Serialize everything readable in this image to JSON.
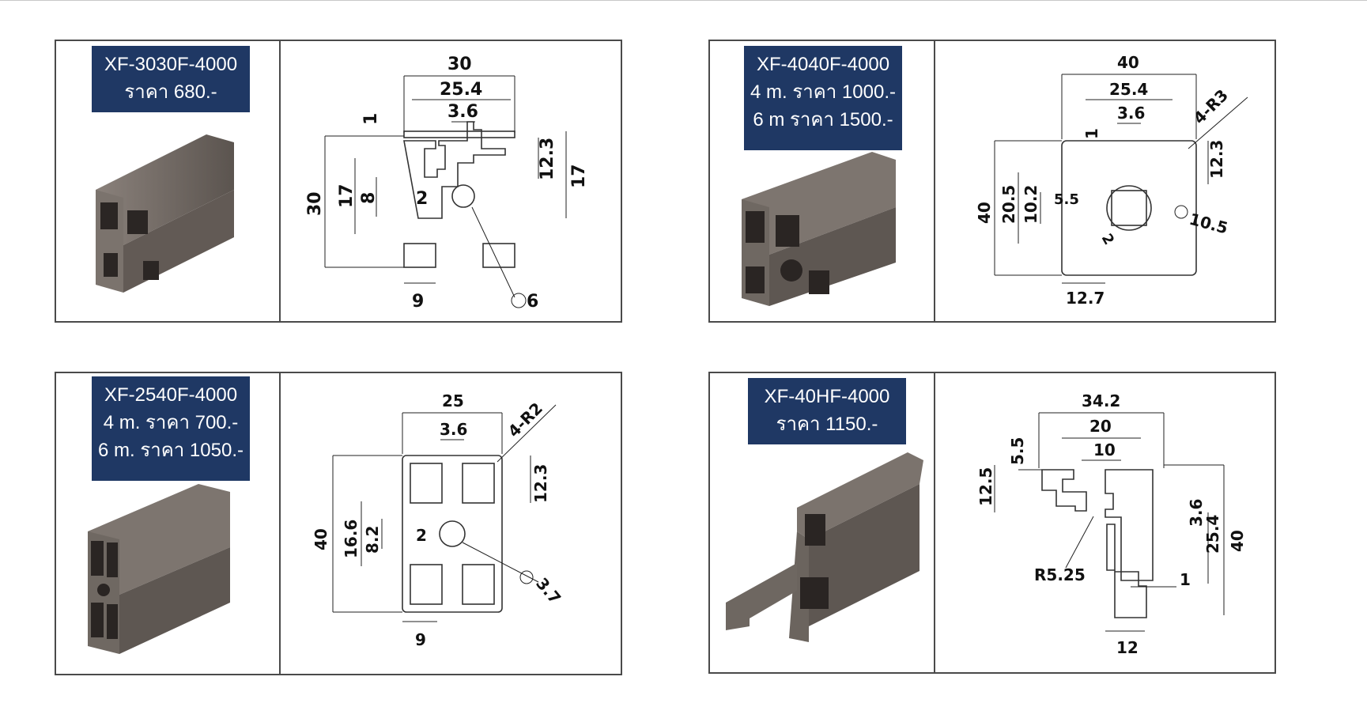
{
  "cards": [
    {
      "code": "XF-3030F-4000",
      "price_lines": [
        "ราคา 680.-"
      ],
      "dims": [
        "30",
        "25.4",
        "3.6",
        "1",
        "12.3",
        "17",
        "30",
        "17",
        "8",
        "2",
        "9",
        "6"
      ]
    },
    {
      "code": "XF-4040F-4000",
      "price_lines": [
        "4 m. ราคา 1000.-",
        "6 m ราคา 1500.-"
      ],
      "dims": [
        "40",
        "25.4",
        "3.6",
        "4-R3",
        "1",
        "12.3",
        "40",
        "20.5",
        "10.2",
        "5.5",
        "2",
        "10.5",
        "12.7"
      ]
    },
    {
      "code": "XF-2540F-4000",
      "price_lines": [
        "4 m. ราคา 700.-",
        "6 m. ราคา 1050.-"
      ],
      "dims": [
        "25",
        "3.6",
        "4-R2",
        "12.3",
        "40",
        "16.6",
        "8.2",
        "2",
        "3.7",
        "9"
      ]
    },
    {
      "code": "XF-40HF-4000",
      "price_lines": [
        "ราคา 1150.-"
      ],
      "dims": [
        "34.2",
        "20",
        "10",
        "5.5",
        "12.5",
        "3.6",
        "25.4",
        "40",
        "1",
        "R5.25",
        "12"
      ]
    }
  ],
  "colors": {
    "label_bg": "#1f3864",
    "label_text": "#ffffff",
    "border": "#4a4a4a",
    "metal": "#6d6560"
  }
}
